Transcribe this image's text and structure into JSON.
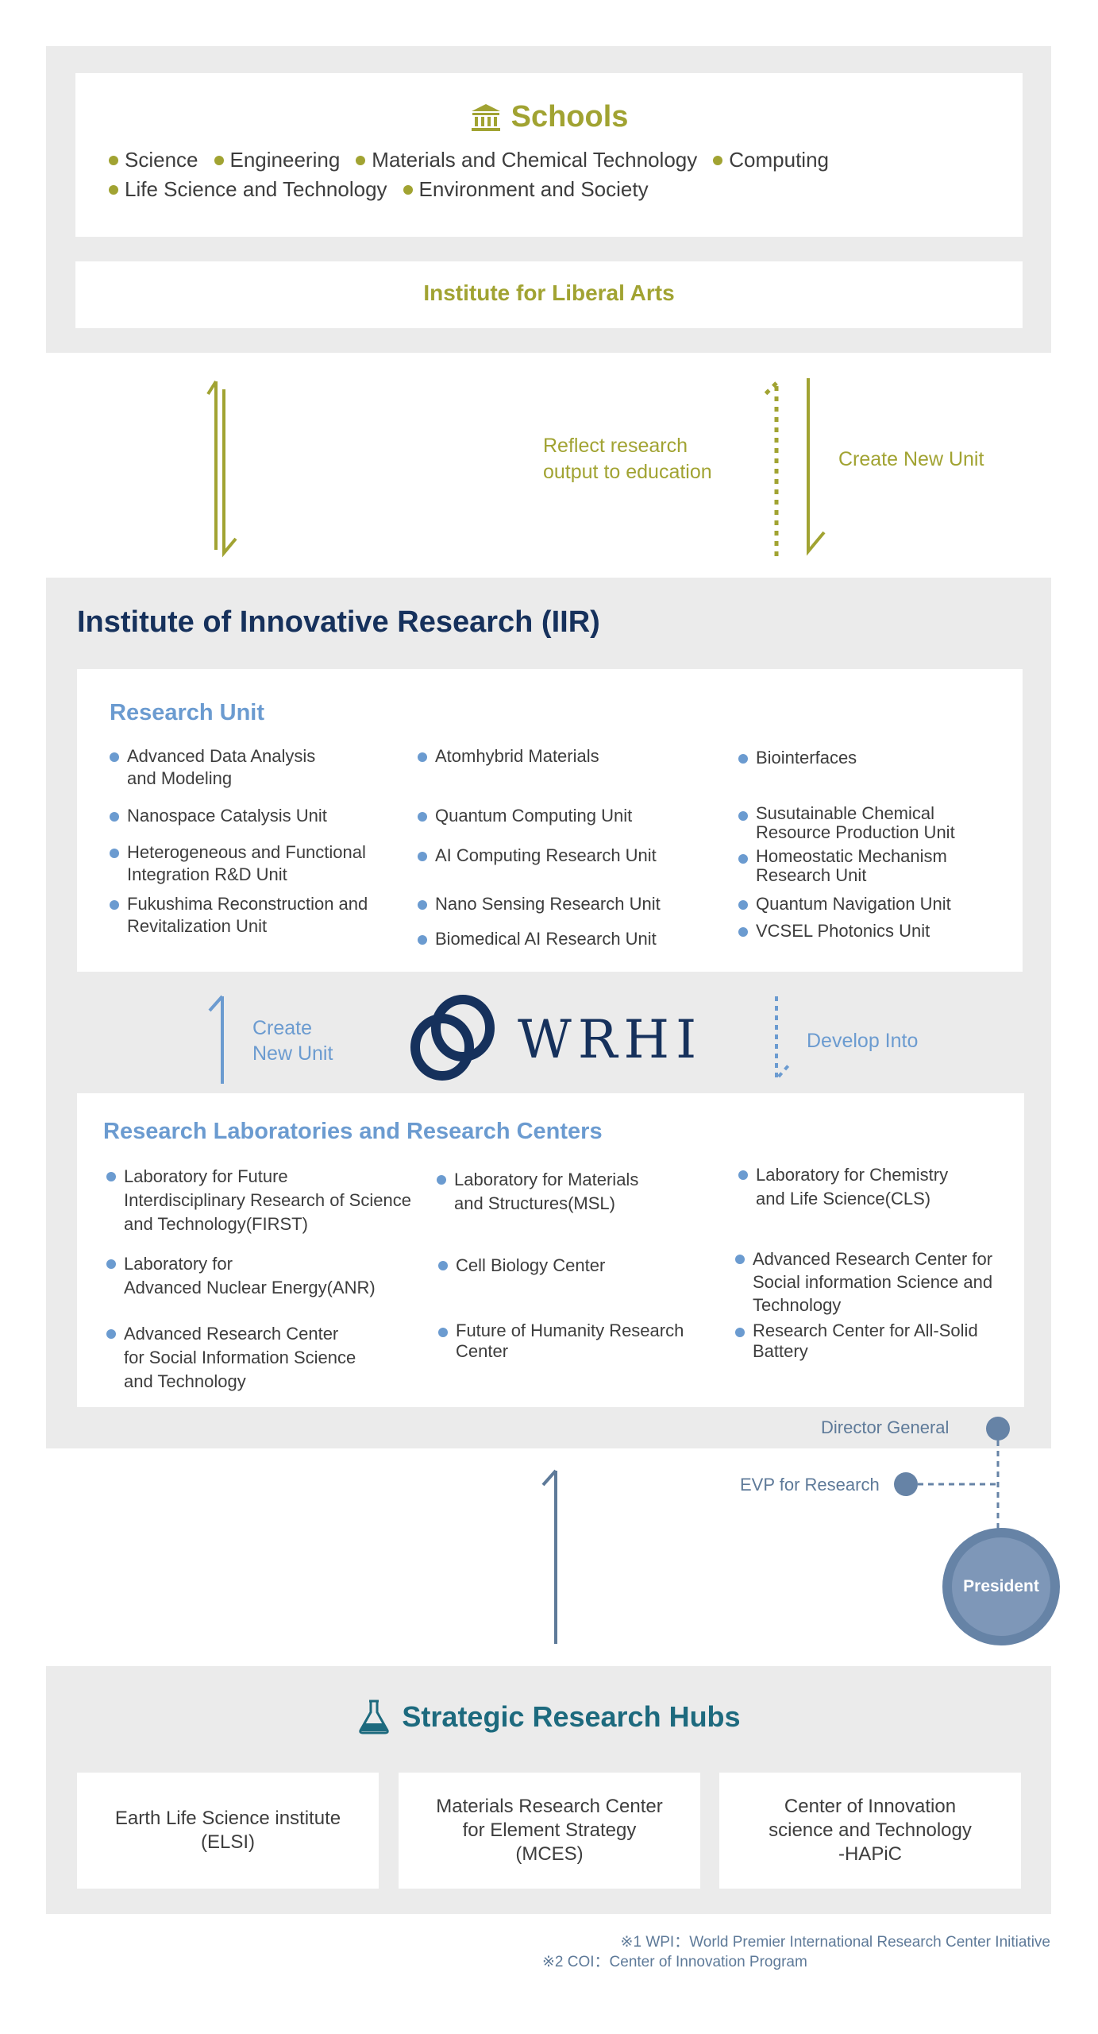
{
  "schools": {
    "title": "Schools",
    "items": [
      "Science",
      "Engineering",
      "Materials and Chemical Technology",
      "Computing",
      "Life Science and Technology",
      "Environment and Society"
    ]
  },
  "liberal_arts": "Institute for Liberal Arts",
  "arrows_top": {
    "reflect_label": "Reflect research\noutput to education",
    "create_label": "Create New Unit"
  },
  "iir": {
    "title": "Institute of Innovative Research (IIR)",
    "research_unit": {
      "title": "Research Unit",
      "col1": [
        "Advanced Data Analysis\nand Modeling",
        "Nanospace Catalysis Unit",
        "Heterogeneous and Functional\nIntegration R&D Unit",
        "Fukushima Reconstruction and\nRevitalization Unit"
      ],
      "col2": [
        "Atomhybrid Materials",
        "Quantum Computing Unit",
        "AI Computing Research Unit",
        "Nano Sensing Research Unit",
        "Biomedical AI Research Unit"
      ],
      "col3": [
        "Biointerfaces",
        "Susutainable Chemical\nResource Production Unit",
        "Homeostatic Mechanism\nResearch Unit",
        "Quantum Navigation Unit",
        "VCSEL Photonics Unit"
      ]
    },
    "mid": {
      "create_label": "Create\nNew Unit",
      "logo_text": "WRHI",
      "develop_label": "Develop Into"
    },
    "labs": {
      "title": "Research Laboratories and Research Centers",
      "col1": [
        "Laboratory for Future\nInterdisciplinary Research of Science\nand Technology(FIRST)",
        "Laboratory for\nAdvanced Nuclear Energy(ANR)",
        "Advanced Research Center\nfor Social Information Science\nand Technology"
      ],
      "col2": [
        "Laboratory for Materials\nand Structures(MSL)",
        "Cell Biology Center",
        "Future of Humanity Research\nCenter"
      ],
      "col3": [
        "Laboratory for Chemistry\nand Life Science(CLS)",
        "Advanced Research Center for\nSocial information Science and\nTechnology",
        "Research Center for All-Solid\nBattery"
      ]
    },
    "director_general": "Director General"
  },
  "governance": {
    "evp": "EVP for Research",
    "president": "President"
  },
  "hubs": {
    "title": "Strategic Research Hubs",
    "items": [
      "Earth Life Science institute\n(ELSI)",
      "Materials Research Center\nfor Element Strategy\n(MCES)",
      "Center of Innovation\nscience and Technology\n-HAPiC"
    ]
  },
  "footnotes": [
    "※1 WPI：World Premier International Research Center Initiative",
    "※2 COI：Center of Innovation Program"
  ],
  "colors": {
    "olive": "#a1a332",
    "navy": "#16315c",
    "blue": "#6b9bd0",
    "slate": "#5e7a99",
    "teal": "#1d6a7e",
    "panel": "#ebebeb"
  }
}
